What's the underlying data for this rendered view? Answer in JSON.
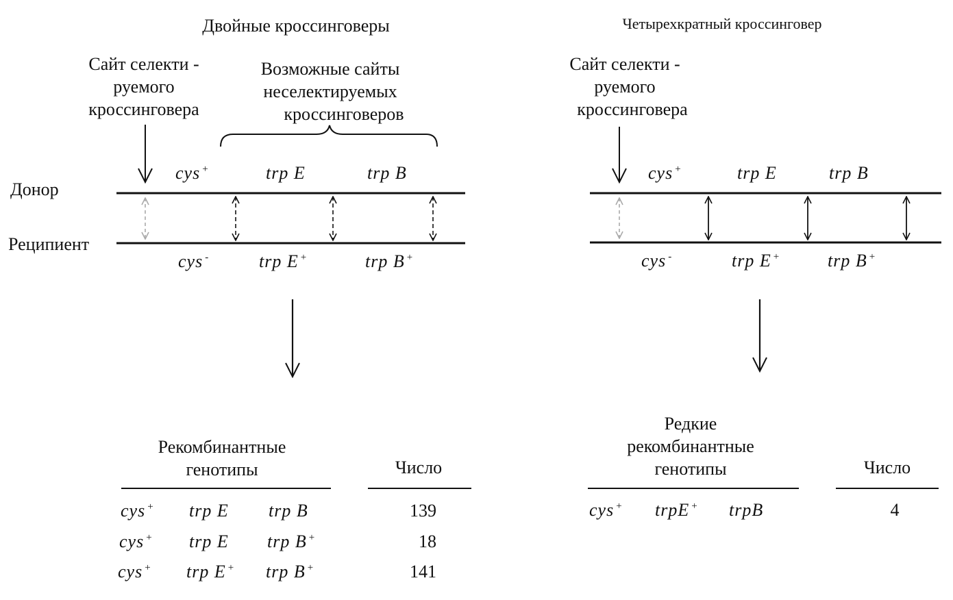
{
  "left": {
    "title": "Двойные кроссинговеры",
    "selected_site": [
      "Сайт селекти -",
      "руемого",
      "кроссинговера"
    ],
    "possible_sites": [
      "Возможные сайты",
      "неселектируемых",
      "кроссинговеров"
    ],
    "donor_label": "Донор",
    "recipient_label": "Реципиент",
    "donor_genes": [
      {
        "name": "cys",
        "sup": "+"
      },
      {
        "name": "trp E",
        "sup": ""
      },
      {
        "name": "trp B",
        "sup": ""
      }
    ],
    "recipient_genes": [
      {
        "name": "cys",
        "sup": "-"
      },
      {
        "name": "trp E",
        "sup": "+"
      },
      {
        "name": "trp B",
        "sup": "+"
      }
    ],
    "genotypes_header": [
      "Рекомбинантные",
      "генотипы"
    ],
    "count_header": "Число",
    "rows": [
      {
        "genes": [
          {
            "name": "cys",
            "sup": "+"
          },
          {
            "name": "trp E",
            "sup": ""
          },
          {
            "name": "trp B",
            "sup": ""
          }
        ],
        "count": "139"
      },
      {
        "genes": [
          {
            "name": "cys",
            "sup": "+"
          },
          {
            "name": "trp E",
            "sup": ""
          },
          {
            "name": "trp B",
            "sup": "+"
          }
        ],
        "count": "18"
      },
      {
        "genes": [
          {
            "name": "cys",
            "sup": "+"
          },
          {
            "name": "trp E",
            "sup": "+"
          },
          {
            "name": "trp B",
            "sup": "+"
          }
        ],
        "count": "141"
      }
    ]
  },
  "right": {
    "title": "Четырехкратный кроссинговер",
    "selected_site": [
      "Сайт селекти -",
      "руемого",
      "кроссинговера"
    ],
    "donor_genes": [
      {
        "name": "cys",
        "sup": "+"
      },
      {
        "name": "trp E",
        "sup": ""
      },
      {
        "name": "trp B",
        "sup": ""
      }
    ],
    "recipient_genes": [
      {
        "name": "cys",
        "sup": "-"
      },
      {
        "name": "trp E",
        "sup": "+"
      },
      {
        "name": "trp B",
        "sup": "+"
      }
    ],
    "genotypes_header": [
      "Редкие",
      "рекомбинантные",
      "генотипы"
    ],
    "count_header": "Число",
    "rows": [
      {
        "genes": [
          {
            "name": "cys",
            "sup": "+"
          },
          {
            "name": "trpE",
            "sup": "+"
          },
          {
            "name": "trpB",
            "sup": ""
          }
        ],
        "count": "4"
      }
    ]
  }
}
